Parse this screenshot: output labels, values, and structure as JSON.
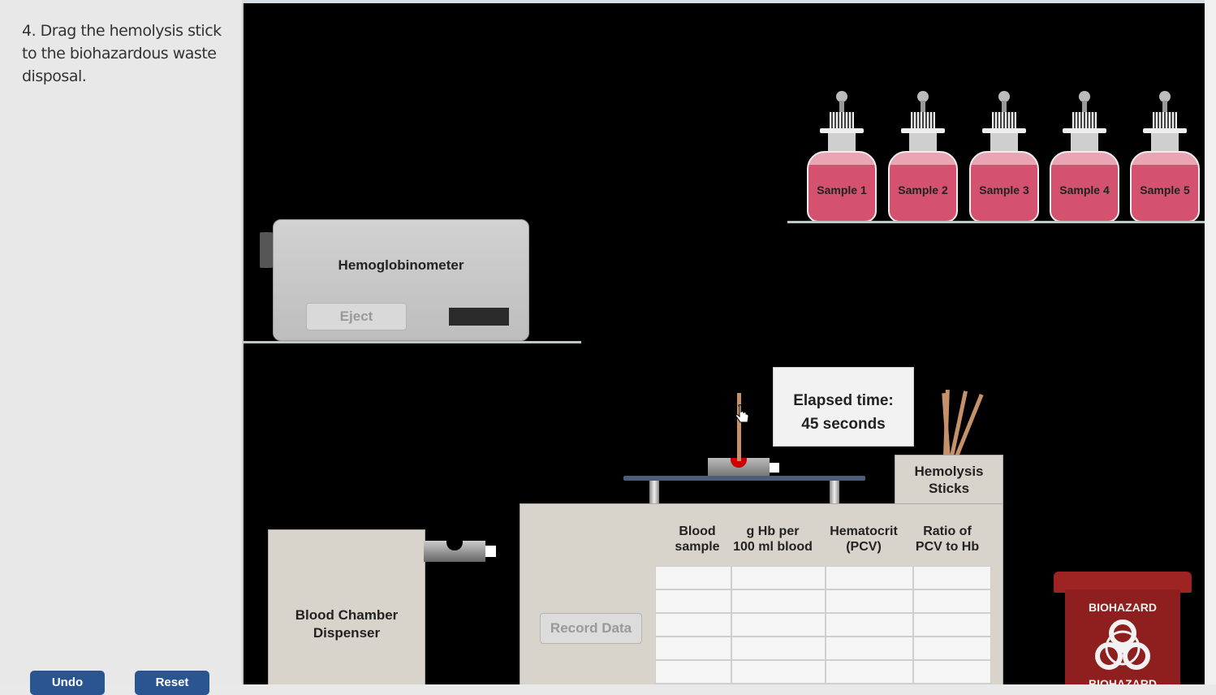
{
  "instruction": "4. Drag the hemolysis stick to the biohazardous waste disposal.",
  "nav": {
    "undo_label": "Undo",
    "reset_label": "Reset"
  },
  "hemoglobinometer": {
    "title": "Hemoglobinometer",
    "eject_label": "Eject"
  },
  "bottles": [
    "Sample 1",
    "Sample 2",
    "Sample 3",
    "Sample 4",
    "Sample 5"
  ],
  "elapsed": {
    "line1": "Elapsed time:",
    "line2": "45 seconds"
  },
  "sticks": {
    "line1": "Hemolysis",
    "line2": "Sticks"
  },
  "dispenser": {
    "line1": "Blood Chamber",
    "line2": "Dispenser"
  },
  "table": {
    "headers": [
      [
        "Blood",
        "sample"
      ],
      [
        "g Hb per",
        "100 ml blood"
      ],
      [
        "Hematocrit",
        "(PCV)"
      ],
      [
        "Ratio of",
        "PCV to Hb"
      ]
    ]
  },
  "record_label": "Record Data",
  "biohazard": {
    "label_top": "BIOHAZARD",
    "label_bottom": "BIOHAZARD"
  },
  "colors": {
    "blood": "#d4516f",
    "bin": "#8f1e1e",
    "nav_button": "#2b5591"
  }
}
